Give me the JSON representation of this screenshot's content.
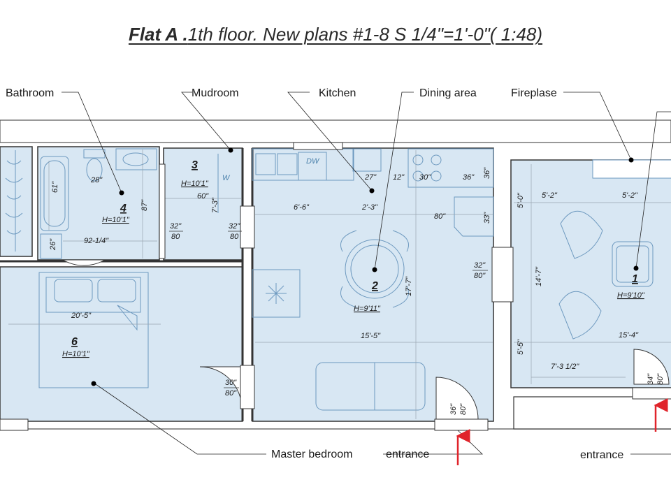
{
  "title": {
    "bold": "Flat A .",
    "rest": "1th floor. New plans #1-8 S 1/4\"=1'-0\"( 1:48)"
  },
  "callouts": {
    "bathroom": "Bathroom",
    "mudroom": "Mudroom",
    "kitchen": "Kitchen",
    "dining_area": "Dining area",
    "fireplase": "Fireplase",
    "master_bedroom": "Master bedroom",
    "entrance_1": "entrance",
    "entrance_2": "entrance"
  },
  "rooms": {
    "r1": {
      "num": "1",
      "height": "H=9'10\""
    },
    "r2": {
      "num": "2",
      "height": "H=9'11\""
    },
    "r3": {
      "num": "3",
      "height": "H=10'1\""
    },
    "r4": {
      "num": "4",
      "height": "H=10'1\""
    },
    "r6": {
      "num": "6",
      "height": "H=10'1\""
    }
  },
  "appliances": {
    "dw": "DW",
    "w": "W"
  },
  "dims": {
    "d61": "61\"",
    "d28": "28\"",
    "d87": "87\"",
    "d26": "26\"",
    "d92": "92-1/4\"",
    "d60": "60\"",
    "d73": "7'-3\"",
    "door_a_w": "32\"",
    "door_a_h": "80",
    "door_b_w": "32\"",
    "door_b_h": "80",
    "d66": "6'-6\"",
    "d23": "2'-3\"",
    "d27": "27\"",
    "d12": "12\"",
    "d30": "30\"",
    "d36a": "36\"",
    "d36b": "36\"",
    "d80": "80\"",
    "d33": "33\"",
    "d177": "17'-7\"",
    "d155": "15'-5\"",
    "door_c_w": "32\"",
    "door_c_h": "80\"",
    "door_d_w": "30\"",
    "door_d_h": "80\"",
    "door_e_w": "36\"",
    "door_e_h": "80\"",
    "d205": "20'-5\"",
    "d52a": "5'-2\"",
    "d52b": "5'-2\"",
    "d50": "5'-0\"",
    "d147": "14'-7\"",
    "d55": "5'-5\"",
    "d154": "15'-4\"",
    "d7312": "7'-3 1/2\"",
    "door_f_w": "34\"",
    "door_f_h": "80\""
  }
}
